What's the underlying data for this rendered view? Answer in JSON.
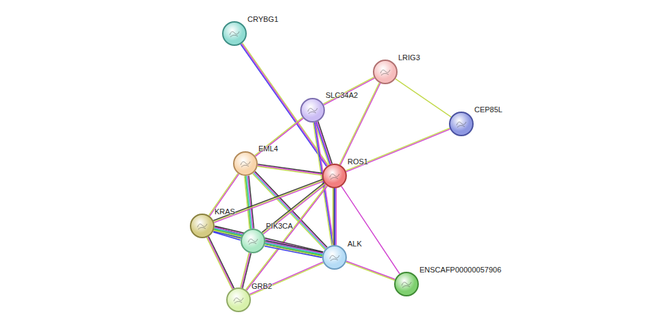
{
  "diagram": {
    "nodes": [
      {
        "text": [
          "CRYBG1"
        ]
      },
      {
        "text": [
          "LRIG3"
        ]
      },
      {
        "text": [
          "SLC34A2"
        ]
      },
      {
        "text": [
          "CEP85L"
        ]
      },
      {
        "text": [
          "EML4"
        ]
      },
      {
        "text": [
          "ROS1"
        ]
      },
      {
        "text": [
          "KRAS"
        ]
      },
      {
        "text": [
          "PIK3CA"
        ]
      },
      {
        "text": [
          "ALK"
        ]
      },
      {
        "text": [
          "ENSCAFP00000057906"
        ]
      },
      {
        "text": [
          "GRB2"
        ]
      }
    ],
    "edges": [
      {
        "from": 0,
        "to": 5,
        "arrow": "none"
      },
      {
        "from": 1,
        "to": 2,
        "arrow": "none"
      },
      {
        "from": 1,
        "to": 5,
        "arrow": "none"
      },
      {
        "from": 1,
        "to": 3,
        "arrow": "none"
      },
      {
        "from": 3,
        "to": 5,
        "arrow": "none"
      },
      {
        "from": 2,
        "to": 5,
        "arrow": "none"
      },
      {
        "from": 2,
        "to": 4,
        "arrow": "none"
      },
      {
        "from": 2,
        "to": 8,
        "arrow": "none"
      },
      {
        "from": 4,
        "to": 5,
        "arrow": "none"
      },
      {
        "from": 4,
        "to": 8,
        "arrow": "none"
      },
      {
        "from": 4,
        "to": 7,
        "arrow": "none"
      },
      {
        "from": 4,
        "to": 6,
        "arrow": "none"
      },
      {
        "from": 5,
        "to": 6,
        "arrow": "none"
      },
      {
        "from": 5,
        "to": 7,
        "arrow": "none"
      },
      {
        "from": 5,
        "to": 8,
        "arrow": "none"
      },
      {
        "from": 5,
        "to": 10,
        "arrow": "none"
      },
      {
        "from": 5,
        "to": 9,
        "arrow": "none"
      },
      {
        "from": 6,
        "to": 7,
        "arrow": "none"
      },
      {
        "from": 6,
        "to": 10,
        "arrow": "none"
      },
      {
        "from": 6,
        "to": 8,
        "arrow": "none"
      },
      {
        "from": 7,
        "to": 8,
        "arrow": "none"
      },
      {
        "from": 7,
        "to": 10,
        "arrow": "none"
      },
      {
        "from": 10,
        "to": 8,
        "arrow": "none"
      },
      {
        "from": 8,
        "to": 9,
        "arrow": "none"
      }
    ]
  }
}
